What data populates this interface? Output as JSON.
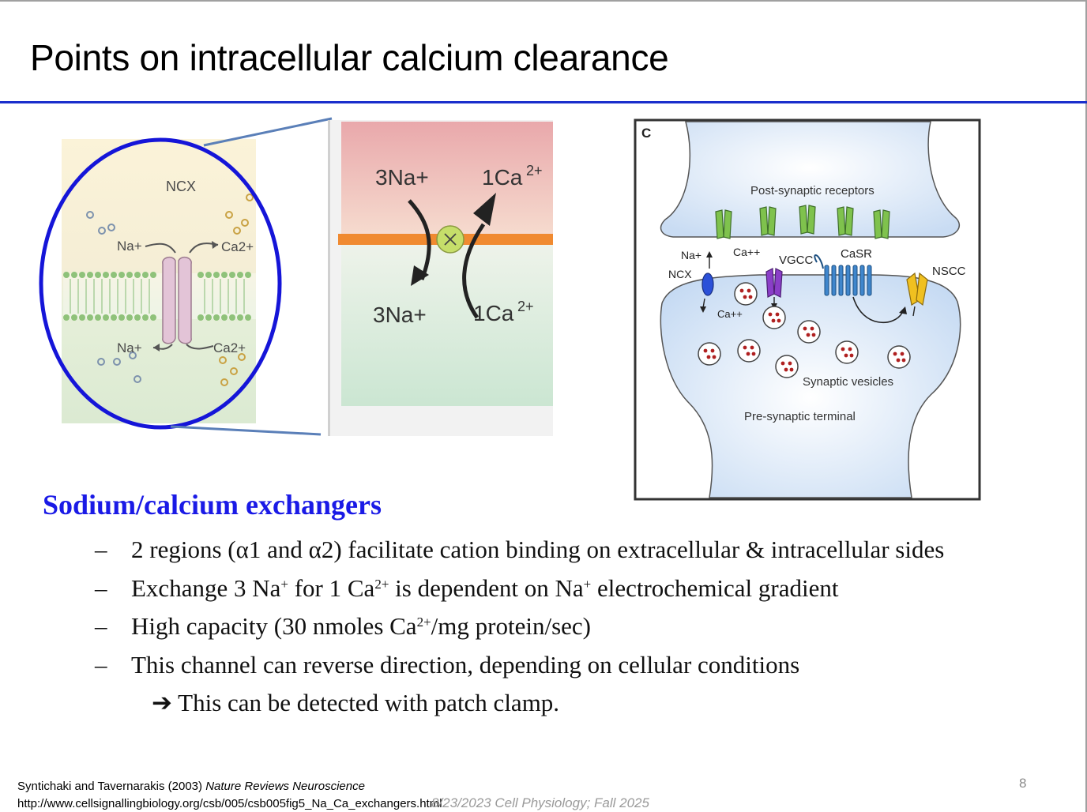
{
  "slide": {
    "title": "Points on intracellular calcium clearance",
    "page_number": "8",
    "footer_course": "8/23/2023  Cell Physiology; Fall 2025"
  },
  "figure_left": {
    "ncx_label": "NCX",
    "na_top": "Na+",
    "ca_top": "Ca2+",
    "na_bottom": "Na+",
    "ca_bottom": "Ca2+",
    "zoom_top_left": "3Na+",
    "zoom_top_right": "1Ca",
    "zoom_top_right_sup": "2+",
    "zoom_bottom_left": "3Na+",
    "zoom_bottom_right": "1Ca",
    "zoom_bottom_right_sup": "2+",
    "colors": {
      "circle": "#1515d8",
      "membrane": "#f08a30",
      "exchanger": "#c6de6a",
      "protein": "#e3c4d7"
    }
  },
  "figure_right": {
    "panel_letter": "C",
    "post_synaptic_receptors": "Post-synaptic receptors",
    "na": "Na+",
    "ncx": "NCX",
    "ca_top": "Ca++",
    "vgcc": "VGCC",
    "casr": "CaSR",
    "nscc": "NSCC",
    "ca_bottom": "Ca++",
    "synaptic_vesicles": "Synaptic vesicles",
    "presynaptic_terminal": "Pre-synaptic terminal",
    "colors": {
      "cell": "#c9dcf3",
      "receptor": "#7fc24d",
      "ncx": "#2b50d8",
      "vgcc": "#8a3ec8",
      "casr": "#3f86cc",
      "nscc": "#f0c020",
      "vesicle_dot": "#b02020"
    }
  },
  "section": {
    "heading": "Sodium/calcium exchangers",
    "bullets": [
      {
        "dash": "–",
        "parts": [
          "2 regions (α1 and α2) facilitate cation binding on extracellular & intracellular sides"
        ]
      },
      {
        "dash": "–",
        "parts": [
          "Exchange 3 Na",
          "+",
          " for 1 Ca",
          "2+",
          " is dependent on Na",
          "+",
          " electrochemical gradient"
        ]
      },
      {
        "dash": "–",
        "parts": [
          "High capacity (30 nmoles Ca",
          "2+",
          "/mg protein/sec)"
        ]
      },
      {
        "dash": "–",
        "parts": [
          "This channel can reverse direction, depending on cellular conditions"
        ]
      }
    ],
    "sub_bullet": "➔ This can be detected with patch clamp."
  },
  "citation": {
    "authors": "Syntichaki and Tavernarakis (2003) ",
    "journal": "Nature Reviews Neuroscience",
    "url": "http://www.cellsignallingbiology.org/csb/005/csb005fig5_Na_Ca_exchangers.html"
  }
}
